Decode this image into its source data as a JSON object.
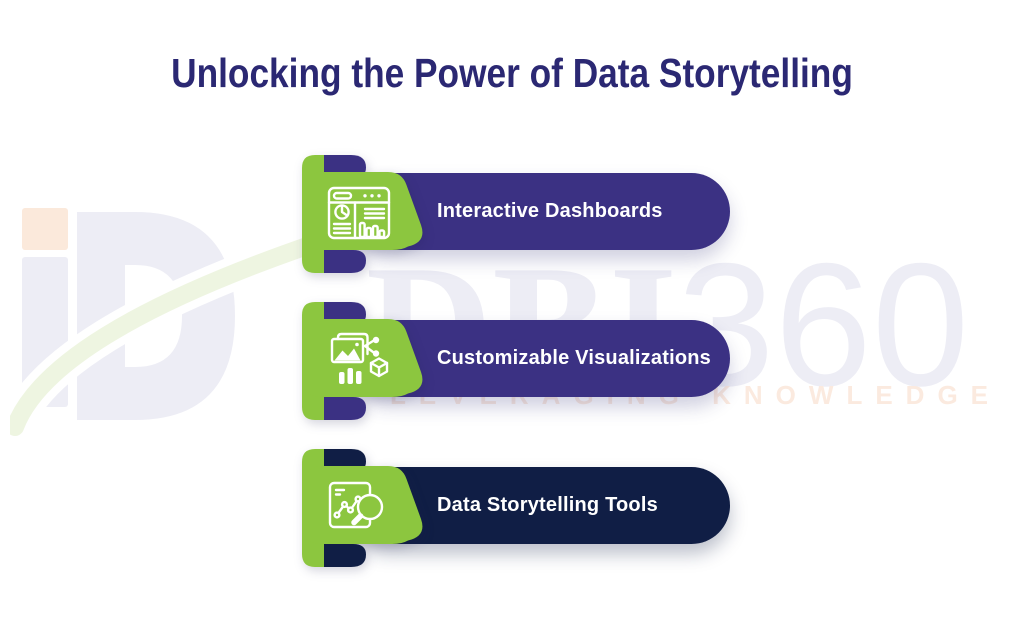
{
  "page": {
    "title": "Unlocking the Power of Data Storytelling"
  },
  "watermark": {
    "brand_bold": "DBI",
    "brand_light": "360",
    "tagline": "LEVERAGING KNOWLEDGE",
    "logo_mark": "dbi-monogram-logo"
  },
  "items": [
    {
      "label": "Interactive Dashboards",
      "icon": "dashboard-icon",
      "variant": "purple"
    },
    {
      "label": "Customizable Visualizations",
      "icon": "customizable-visualization-icon",
      "variant": "purple"
    },
    {
      "label": "Data Storytelling Tools",
      "icon": "data-storytelling-search-icon",
      "variant": "navy"
    }
  ],
  "colors": {
    "background": "#FFFFFF",
    "title_ink": "#2B2873",
    "green": "#8CC63F",
    "purple": "#3B3183",
    "navy": "#101E45",
    "text_on_pill": "#FFFFFF",
    "wm_lavender": "#EDEDF5",
    "wm_green": "#EEF5E1",
    "wm_peach": "#FBE9DB",
    "wm_peach_text": "#FBEADF"
  }
}
